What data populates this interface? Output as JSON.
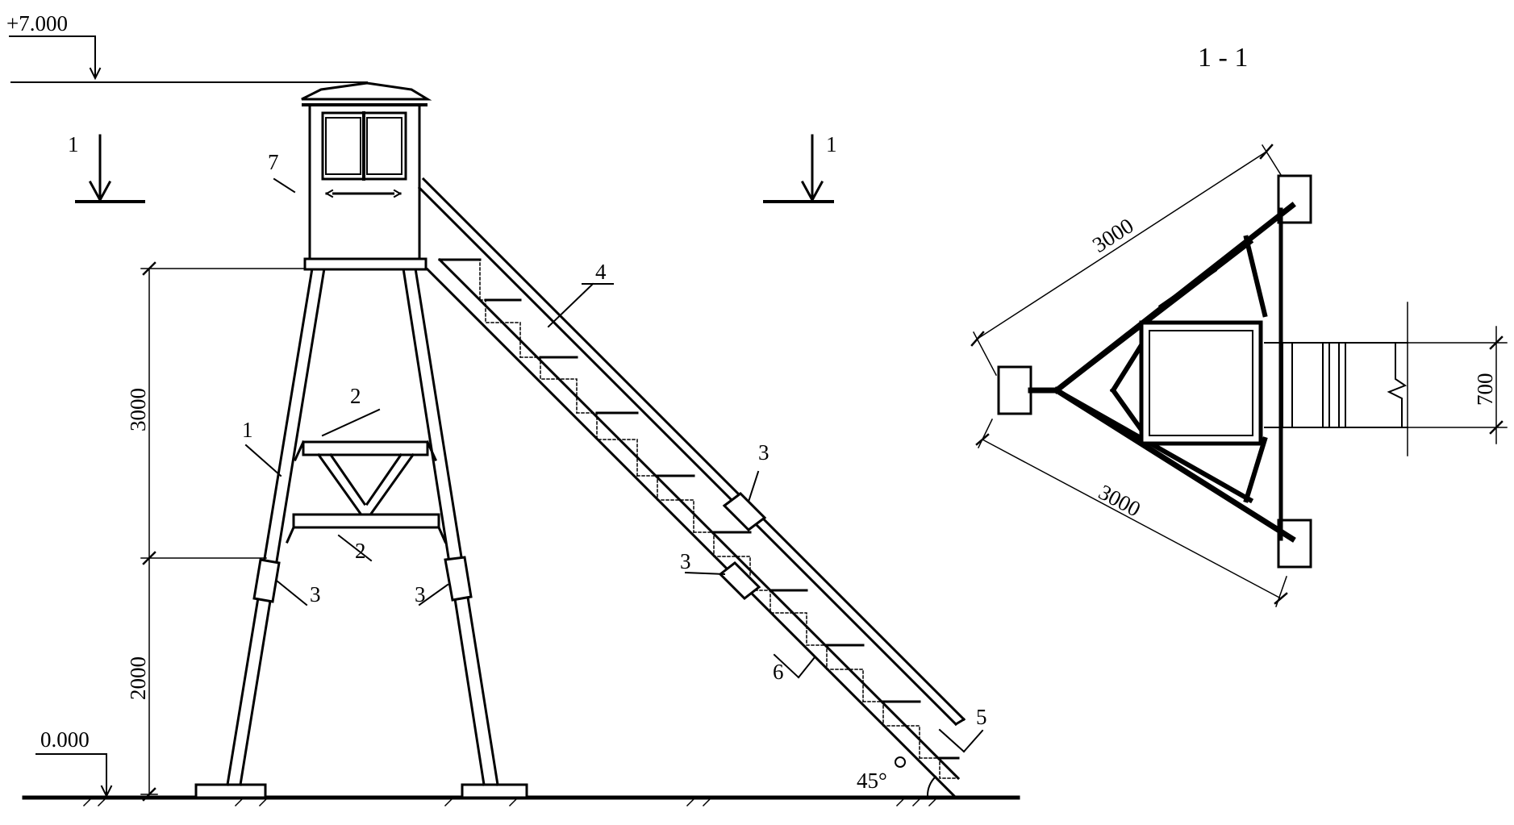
{
  "elevation_view": {
    "level_top": "+7.000",
    "level_ground": "0.000",
    "section_mark_left": "1",
    "section_mark_right": "1",
    "dim_upper": "3000",
    "dim_lower": "2000",
    "angle": "45°",
    "callouts": {
      "c1": "1",
      "c2a": "2",
      "c2b": "2",
      "c3a": "3",
      "c3b": "3",
      "c3c": "3",
      "c3d": "3",
      "c4": "4",
      "c5": "5",
      "c6": "6",
      "c7": "7"
    }
  },
  "section_view": {
    "title": "1 - 1",
    "dim_side_top": "3000",
    "dim_side_bottom": "3000",
    "dim_stair_width": "700"
  },
  "colors": {
    "ink": "#000000",
    "paper": "#ffffff",
    "step_fill": "#e4e4e4"
  }
}
